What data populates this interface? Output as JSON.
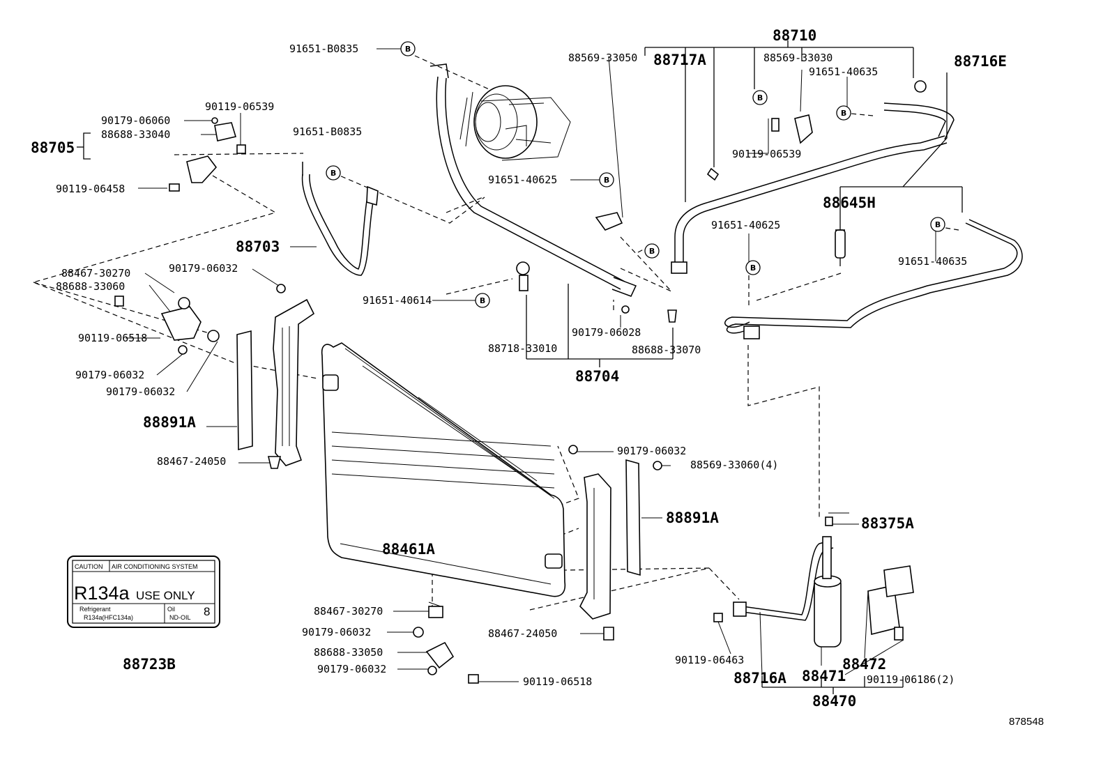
{
  "parts": {
    "p88710": "88710",
    "p88717A": "88717A",
    "p88716E": "88716E",
    "p88569_33050": "88569-33050",
    "p88569_33030": "88569-33030",
    "p91651_40635_a": "91651-40635",
    "p91651_B0835_a": "91651-B0835",
    "p91651_B0835_b": "91651-B0835",
    "p90119_06539_a": "90119-06539",
    "p90179_06060": "90179-06060",
    "p88688_33040": "88688-33040",
    "p88705": "88705",
    "p90119_06458": "90119-06458",
    "p91651_40625_a": "91651-40625",
    "p90119_06539_b": "90119-06539",
    "p88645H": "88645H",
    "p91651_40625_b": "91651-40625",
    "p91651_40635_b": "91651-40635",
    "p88703": "88703",
    "p88467_30270_a": "88467-30270",
    "p88688_33060": "88688-33060",
    "p90179_06032_a": "90179-06032",
    "p91651_40614": "91651-40614",
    "p90119_06518_a": "90119-06518",
    "p90179_06028": "90179-06028",
    "p88718_33010": "88718-33010",
    "p88688_33070": "88688-33070",
    "p90179_06032_b": "90179-06032",
    "p90179_06032_c": "90179-06032",
    "p88704": "88704",
    "p88891A_a": "88891A",
    "p88467_24050_a": "88467-24050",
    "p90179_06032_d": "90179-06032",
    "p88569_33060": "88569-33060(4)",
    "p88891A_b": "88891A",
    "p88375A": "88375A",
    "p88461A": "88461A",
    "p88467_30270_b": "88467-30270",
    "p90179_06032_e": "90179-06032",
    "p88688_33050": "88688-33050",
    "p90179_06032_f": "90179-06032",
    "p90119_06518_b": "90119-06518",
    "p88467_24050_b": "88467-24050",
    "p90119_06463": "90119-06463",
    "p88472": "88472",
    "p88716A": "88716A",
    "p88471": "88471",
    "p90119_06186": "90119-06186(2)",
    "p88470": "88470",
    "p88723B": "88723B"
  },
  "label": {
    "caution": "CAUTION",
    "system": "AIR CONDITIONING SYSTEM",
    "r134a": "R134a",
    "use_only": "USE ONLY",
    "refrigerant": "Refrigerant",
    "refrigerant_value": "R134a(HFC134a)",
    "oil": "Oil",
    "oil_value": "ND-OIL",
    "oil_number": "8"
  },
  "bolt_marker": "B",
  "diagram_ref": "878548"
}
